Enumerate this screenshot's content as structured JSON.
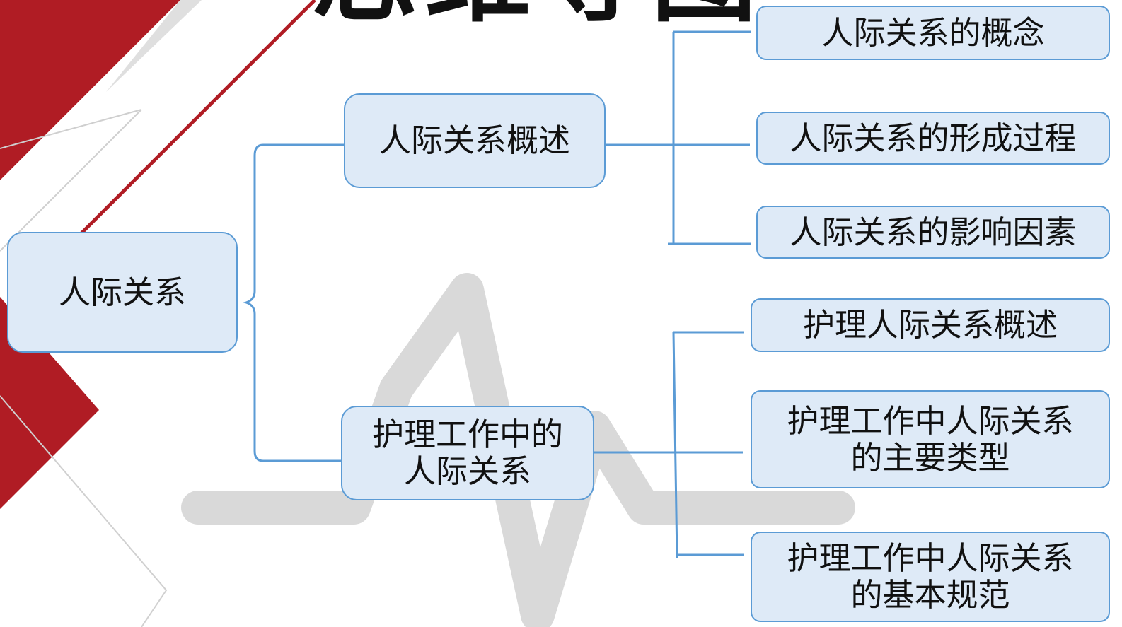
{
  "title_fragment": "思维导图",
  "root": {
    "label": "人际关系"
  },
  "branches": [
    {
      "label": "人际关系概述",
      "children": [
        "人际关系的概念",
        "人际关系的形成过程",
        "人际关系的影响因素"
      ]
    },
    {
      "label": "护理工作中的\n人际关系",
      "children": [
        "护理人际关系概述",
        "护理工作中人际关系\n的主要类型",
        "护理工作中人际关系\n的基本规范"
      ]
    }
  ],
  "colors": {
    "node_fill": "#deeaf7",
    "node_border": "#5b9bd5",
    "connector": "#5b9bd5",
    "accent_red": "#b01c24",
    "watermark_gray": "#d9d9d9"
  }
}
